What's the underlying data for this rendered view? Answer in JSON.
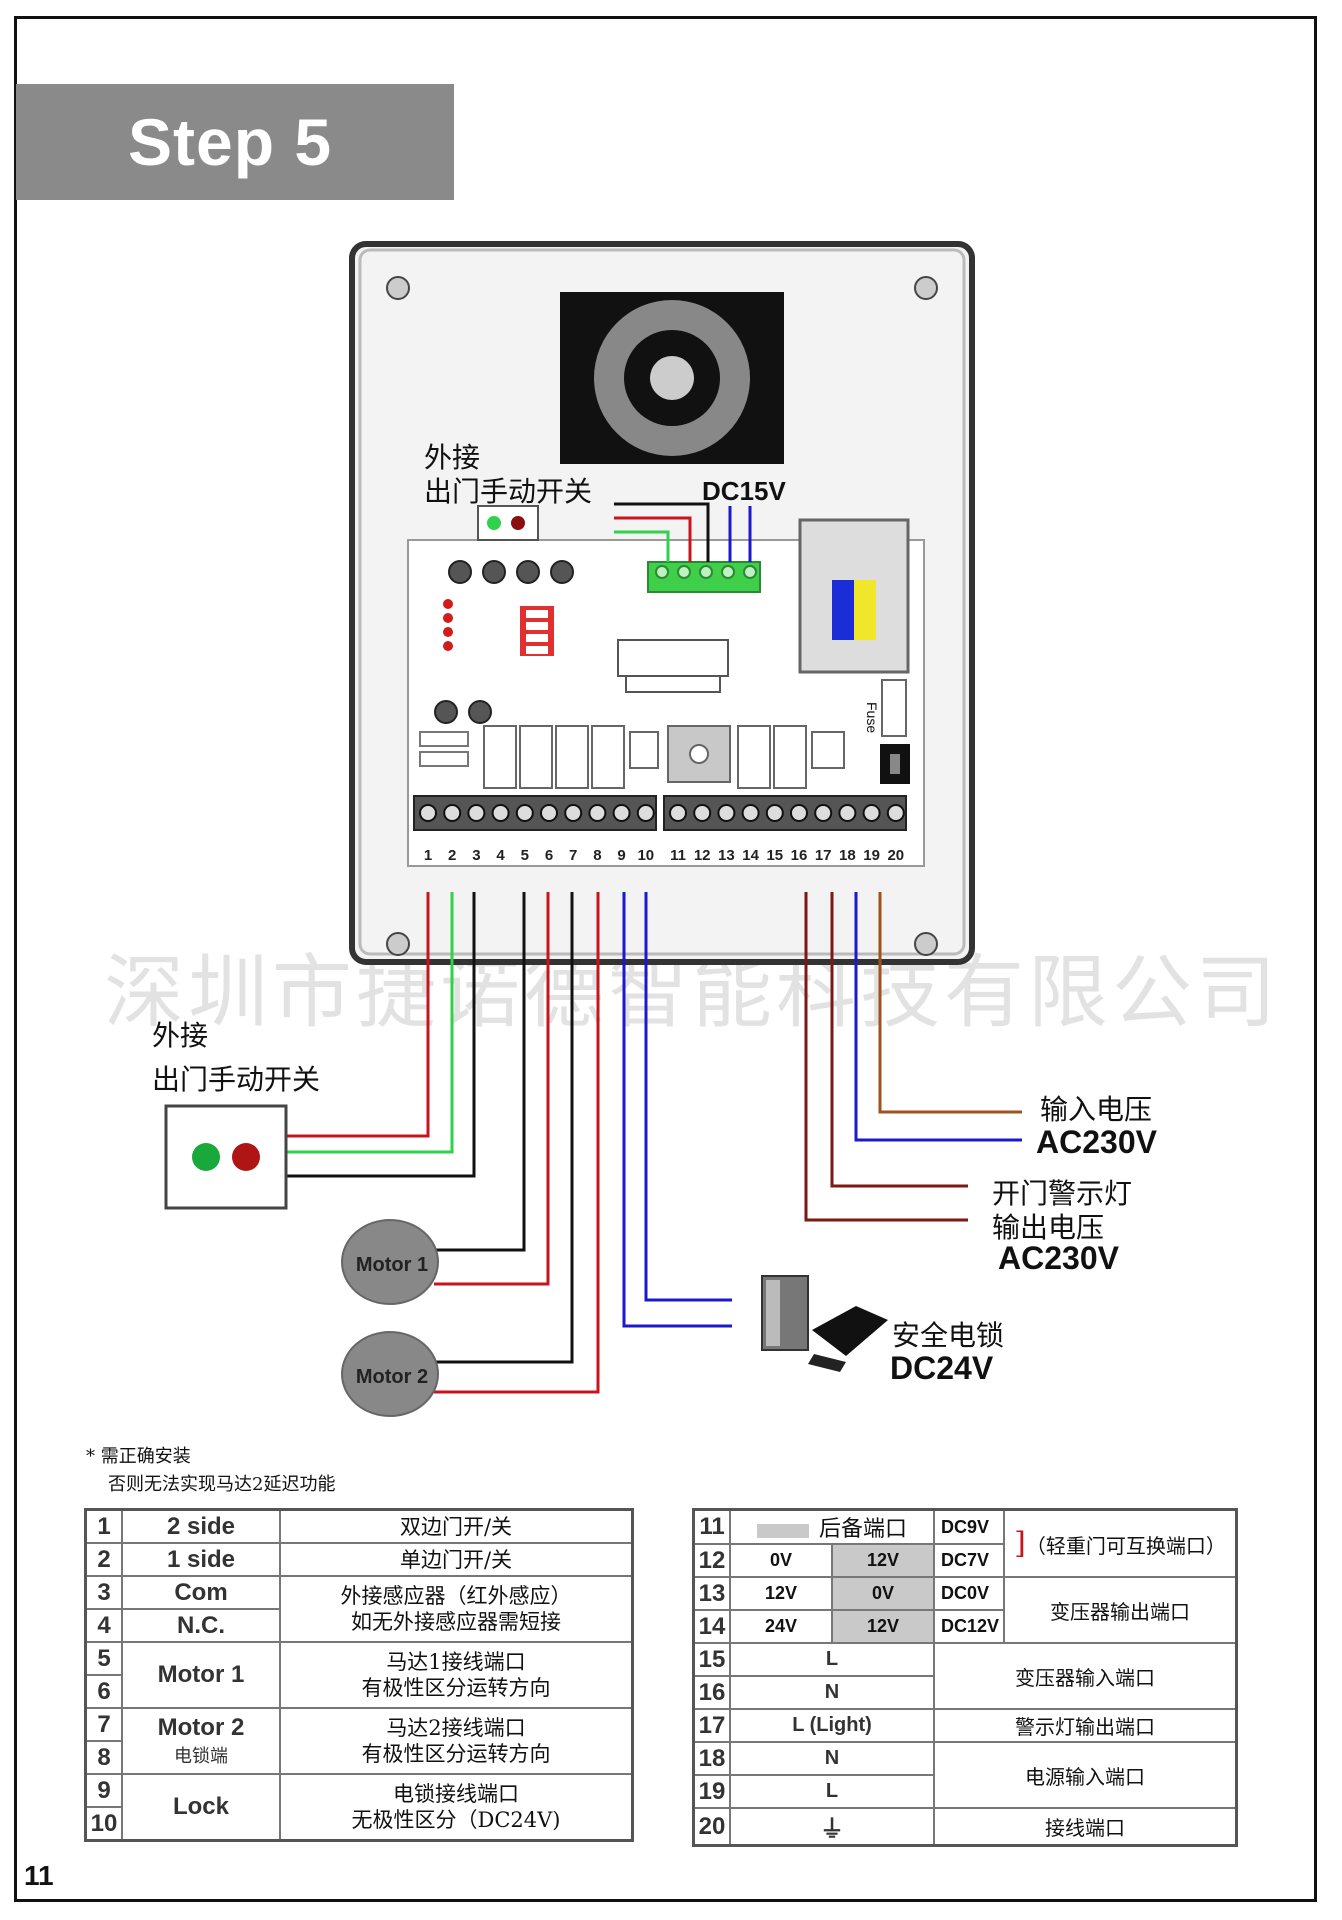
{
  "header": {
    "title": "Step 5"
  },
  "page_number": "11",
  "watermark": "深圳市捷诺德智能科技有限公司",
  "labels": {
    "top_switch": [
      "外接",
      "出门手动开关"
    ],
    "dc15v": "DC15V",
    "fuse": "Fuse",
    "left_switch": [
      "外接",
      "出门手动开关"
    ],
    "input_voltage": "输入电压",
    "input_voltage_value": "AC230V",
    "warning_lamp": [
      "开门警示灯",
      "输出电压"
    ],
    "warning_lamp_value": "AC230V",
    "lock": "安全电锁",
    "lock_value": "DC24V",
    "motor1": "Motor 1",
    "motor2": "Motor 2"
  },
  "terminal_numbers": [
    "1",
    "2",
    "3",
    "4",
    "5",
    "6",
    "7",
    "8",
    "9",
    "10",
    "11",
    "12",
    "13",
    "14",
    "15",
    "16",
    "17",
    "18",
    "19",
    "20"
  ],
  "note": [
    "* 需正确安装",
    "否则无法实现马达2延迟功能"
  ],
  "left_table": {
    "rows": [
      {
        "n1": "1",
        "n2": "2",
        "name1": "2 side",
        "name2": "1 side",
        "desc1": "双边门开/关",
        "desc2": "单边门开/关"
      },
      {
        "n1": "3",
        "n2": "4",
        "name1": "Com",
        "name2": "N.C.",
        "desc1": "外接感应器（红外感应）",
        "desc2": "如无外接感应器需短接"
      },
      {
        "n1": "5",
        "n2": "6",
        "name1": "Motor 1",
        "name2": "",
        "desc1": "马达1接线端口",
        "desc2": "有极性区分运转方向"
      },
      {
        "n1": "7",
        "n2": "8",
        "name1": "Motor 2",
        "name2": "电锁端",
        "desc1": "马达2接线端口",
        "desc2": "有极性区分运转方向"
      },
      {
        "n1": "9",
        "n2": "10",
        "name1": "Lock",
        "name2": "",
        "desc1": "电锁接线端口",
        "desc2": "无极性区分（DC24V)"
      }
    ]
  },
  "right_table": {
    "r11": {
      "n": "11",
      "a": "后备端口",
      "v": "DC9V",
      "desc": "（轻重门可互换端口）"
    },
    "r12": {
      "n": "12",
      "a": "0V",
      "b": "12V",
      "v": "DC7V"
    },
    "r13": {
      "n": "13",
      "a": "12V",
      "b": "0V",
      "v": "DC0V",
      "desc": "变压器输出端口"
    },
    "r14": {
      "n": "14",
      "a": "24V",
      "b": "12V",
      "v": "DC12V"
    },
    "r15": {
      "n": "15",
      "a": "L"
    },
    "r16": {
      "n": "16",
      "a": "N",
      "desc": "变压器输入端口"
    },
    "r17": {
      "n": "17",
      "a": "L (Light)",
      "desc": "警示灯输出端口"
    },
    "r18": {
      "n": "18",
      "a": "N"
    },
    "r19": {
      "n": "19",
      "a": "L",
      "desc": "电源输入端口"
    },
    "r20": {
      "n": "20",
      "a": "⏚",
      "desc": "接线端口"
    }
  },
  "colors": {
    "banner": "#8a8a8a",
    "wire_red": "#c8141e",
    "wire_dark_red": "#7a1a12",
    "wire_green": "#2fd24a",
    "wire_black": "#111111",
    "wire_blue": "#1a1acc",
    "wire_brown": "#a0521e",
    "terminal_green": "#3fcf4a"
  }
}
